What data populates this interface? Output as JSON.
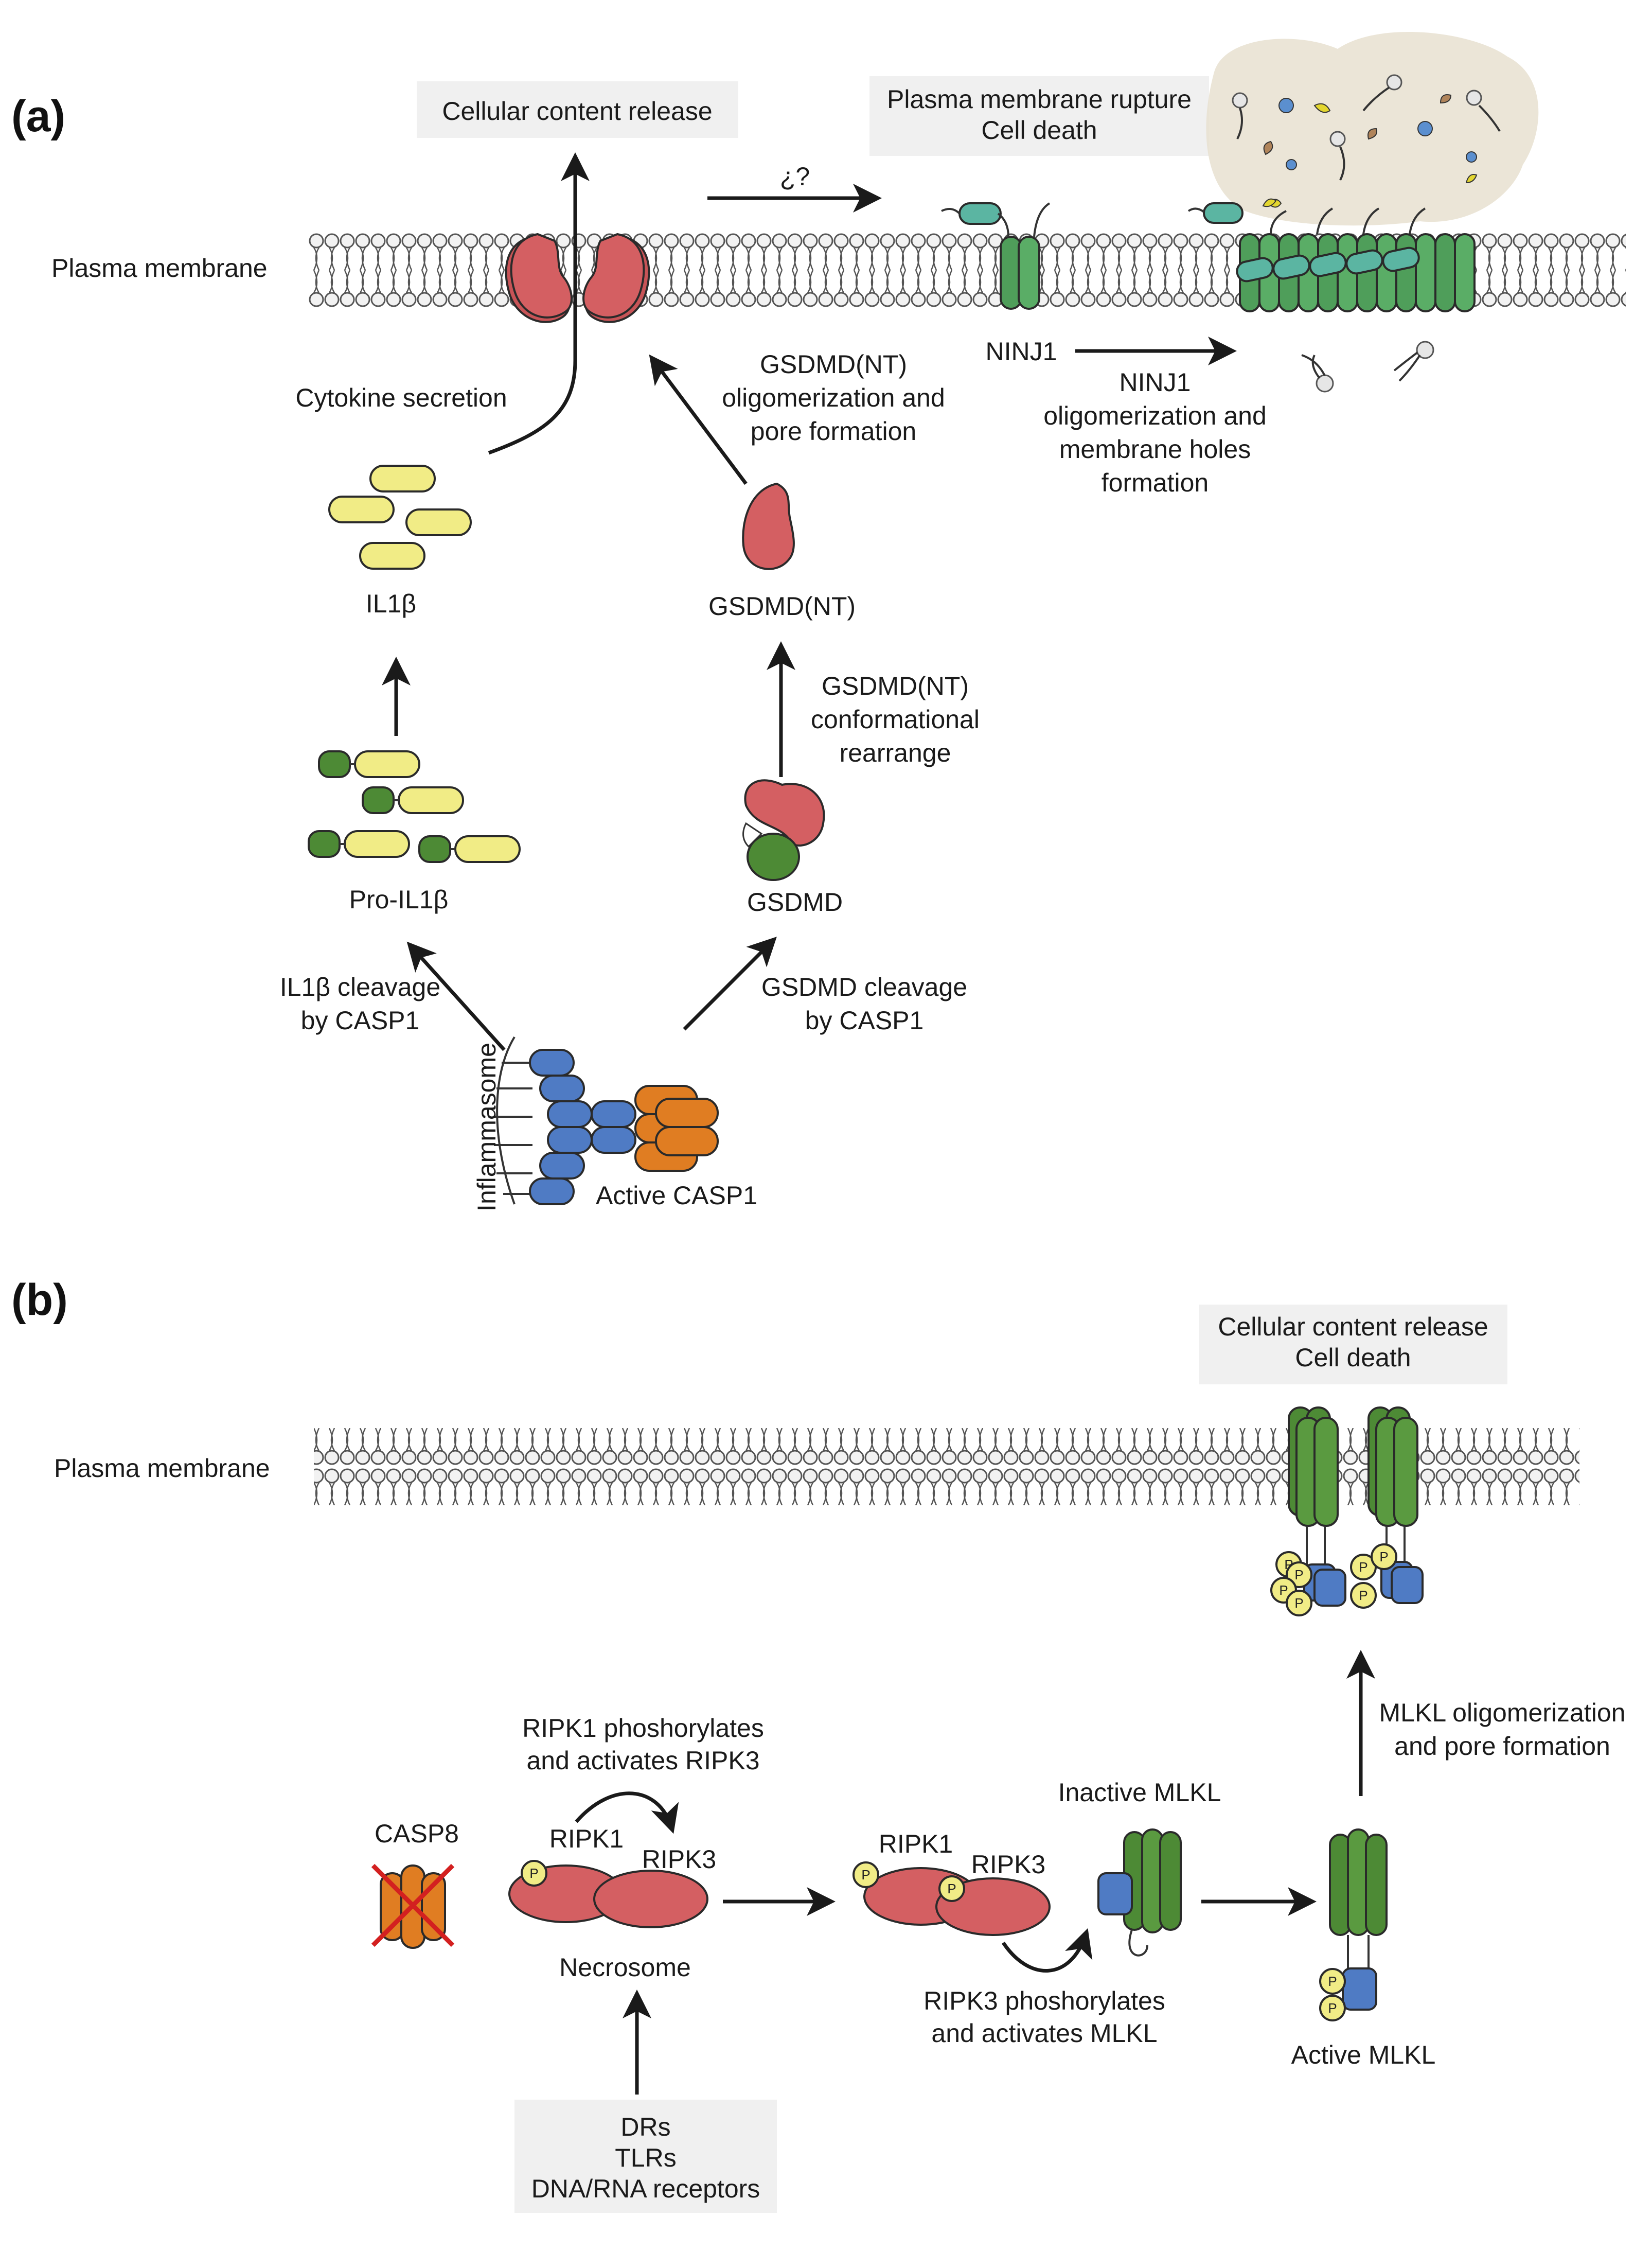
{
  "panels": {
    "a": "(a)",
    "b": "(b)"
  },
  "membrane_label": "Plasma membrane",
  "panel_a": {
    "content_release": "Cellular content release",
    "rupture_line1": "Plasma membrane rupture",
    "rupture_line2": "Cell death",
    "question": "¿?",
    "cytokine_secretion": "Cytokine secretion",
    "gsdmd_olig": [
      "GSDMD(NT)",
      "oligomerization and",
      "pore formation"
    ],
    "ninj1": "NINJ1",
    "ninj1_olig": [
      "NINJ1",
      "oligomerization and",
      "membrane holes",
      "formation"
    ],
    "il1b": "IL1β",
    "gsdmd_nt": "GSDMD(NT)",
    "gsdmd_conf": [
      "GSDMD(NT)",
      "conformational",
      "rearrange"
    ],
    "pro_il1b": "Pro-IL1β",
    "gsdmd": "GSDMD",
    "il1b_cleavage": [
      "IL1β cleavage",
      "by CASP1"
    ],
    "gsdmd_cleavage": [
      "GSDMD cleavage",
      "by CASP1"
    ],
    "inflammasome": "Inflammasome",
    "active_casp1": "Active CASP1"
  },
  "panel_b": {
    "release": [
      "Cellular content release",
      "Cell death"
    ],
    "mlkl_olig": [
      "MLKL oligomerization",
      "and pore formation"
    ],
    "ripk1_phos": [
      "RIPK1 phoshorylates",
      "and activates RIPK3"
    ],
    "inactive_mlkl": "Inactive MLKL",
    "casp8": "CASP8",
    "ripk1": "RIPK1",
    "ripk3": "RIPK3",
    "necrosome": "Necrosome",
    "ripk3_phos": [
      "RIPK3 phoshorylates",
      "and activates MLKL"
    ],
    "active_mlkl": "Active MLKL",
    "receptors": [
      "DRs",
      "TLRs",
      "DNA/RNA receptors"
    ],
    "p": "P"
  },
  "colors": {
    "red": "#d45f62",
    "yellow": "#f1ec86",
    "green": "#4d8a35",
    "blue": "#4f7bc4",
    "orange": "#e07d22",
    "teal": "#5bb5a2",
    "cloud": "#e8e0d0"
  }
}
